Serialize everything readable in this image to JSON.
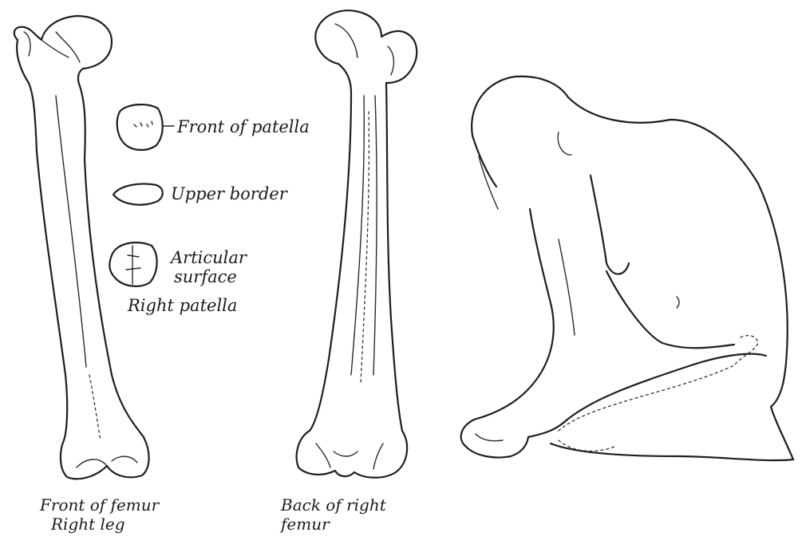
{
  "labels": {
    "front_of_patella": "Front of patella",
    "upper_border": "Upper border",
    "articular_surface_line1": "Articular",
    "articular_surface_line2": "surface",
    "right_patella": "Right patella",
    "front_femur_line1": "Front of femur",
    "front_femur_line2": "Right leg",
    "back_femur_line1": "Back of right",
    "back_femur_line2": "femur"
  }
}
